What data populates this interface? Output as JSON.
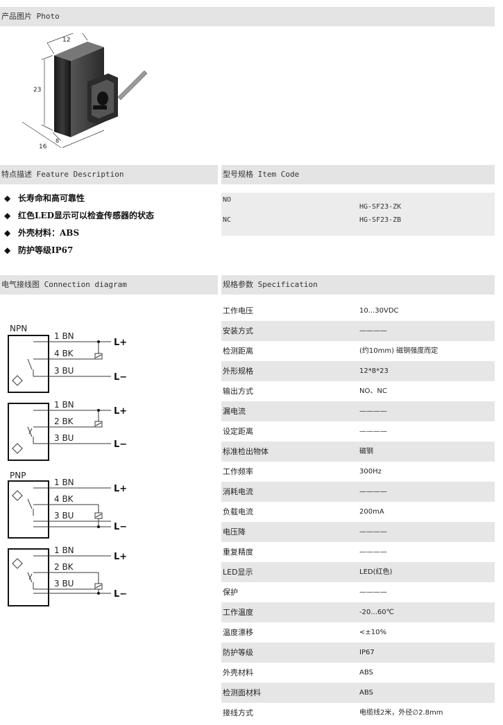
{
  "sections": {
    "photo": "产品图片 Photo",
    "features": "特点描述 Feature Description",
    "item_code": "型号规格 Item Code",
    "connection": "电气接线图 Connection diagram",
    "specification": "规格参数 Specification"
  },
  "photo_dims": {
    "top": "12",
    "height": "23",
    "depth": "16",
    "base": "8"
  },
  "features": [
    "长寿命和高可靠性",
    "红色LED显示可以检查传感器的状态",
    "外壳材料：ABS",
    "防护等级IP67"
  ],
  "feature_marker": "◆",
  "item_codes": {
    "no_label": "NO",
    "nc_label": "NC",
    "no_code": "HG-SF23-ZK",
    "nc_code": "HG-SF23-ZB"
  },
  "wiring": {
    "npn": "NPN",
    "pnp": "PNP",
    "bn": "1 BN",
    "bk4": "4 BK",
    "bk2": "2 BK",
    "bu": "3 BU",
    "lplus": "L+",
    "lminus": "L−"
  },
  "specs": [
    {
      "k": "工作电压",
      "v": "10...30VDC"
    },
    {
      "k": "安装方式",
      "v": "————"
    },
    {
      "k": "检测距离",
      "v": "(约10mm) 磁钢强度而定"
    },
    {
      "k": "外形规格",
      "v": "12*8*23"
    },
    {
      "k": "输出方式",
      "v": "NO、NC"
    },
    {
      "k": "漏电流",
      "v": "————"
    },
    {
      "k": "设定距离",
      "v": "————"
    },
    {
      "k": "标准检出物体",
      "v": "磁钢"
    },
    {
      "k": "工作频率",
      "v": "300Hz"
    },
    {
      "k": "消耗电流",
      "v": "————"
    },
    {
      "k": "负载电流",
      "v": "200mA"
    },
    {
      "k": "电压降",
      "v": "————"
    },
    {
      "k": "重复精度",
      "v": "————"
    },
    {
      "k": "LED显示",
      "v": "LED(红色)"
    },
    {
      "k": "保护",
      "v": "————"
    },
    {
      "k": "工作温度",
      "v": "-20...60℃"
    },
    {
      "k": "温度漂移",
      "v": "<±10%"
    },
    {
      "k": "防护等级",
      "v": "IP67"
    },
    {
      "k": "外壳材料",
      "v": "ABS"
    },
    {
      "k": "检测面材料",
      "v": "ABS"
    },
    {
      "k": "接线方式",
      "v": "电缆线2米，外径∅2.8mm"
    }
  ]
}
